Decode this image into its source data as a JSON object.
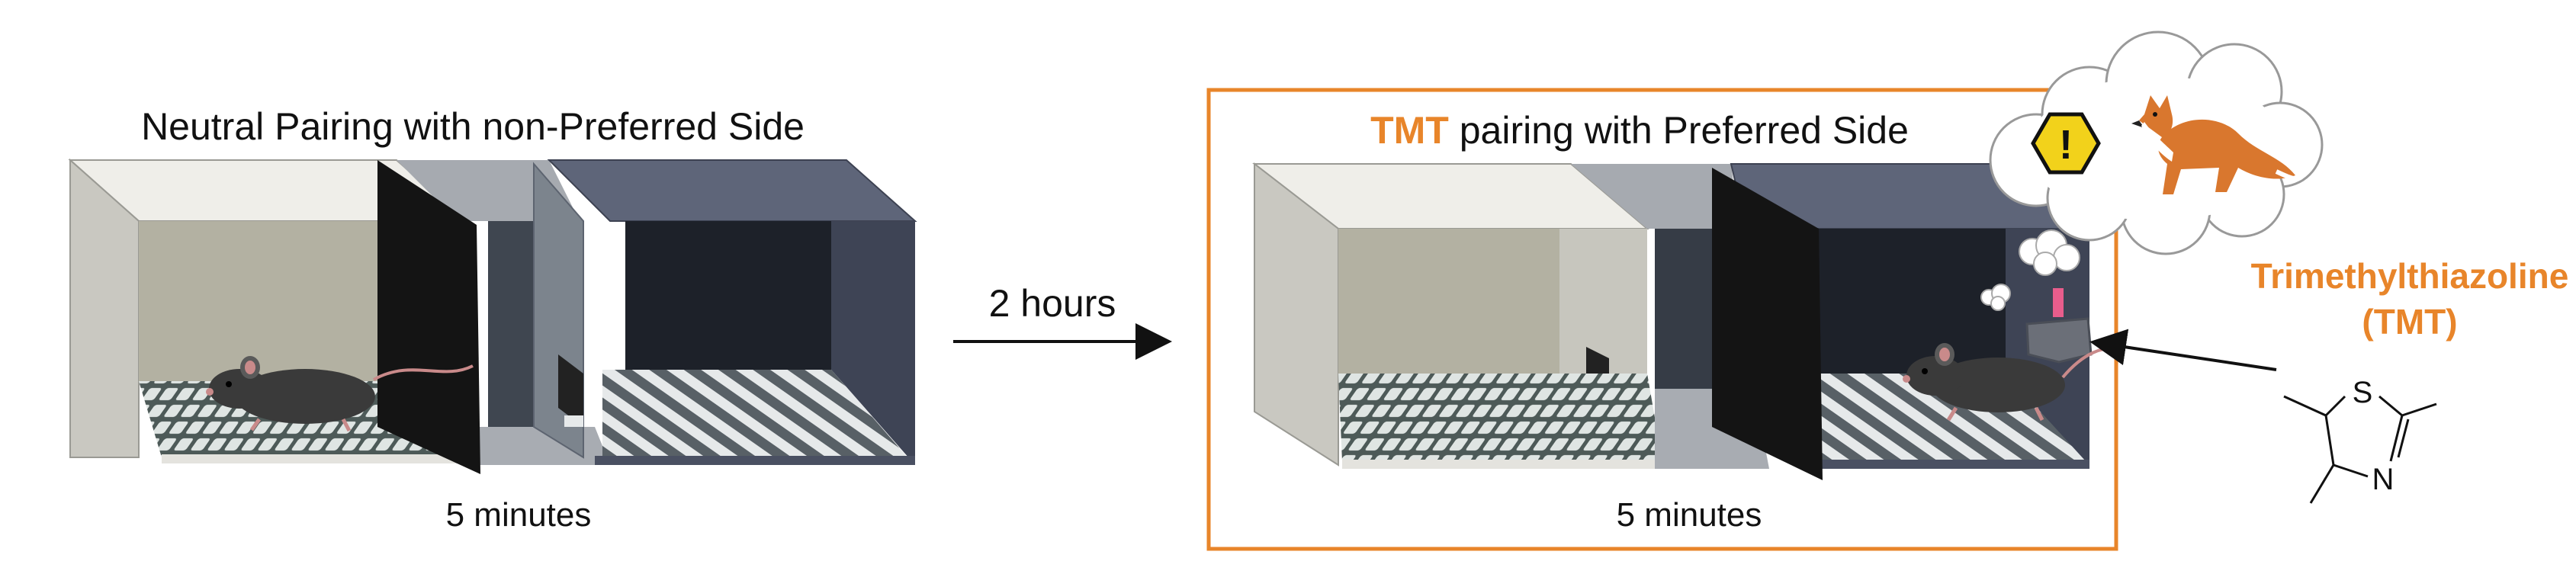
{
  "left_panel": {
    "title": "Neutral Pairing with non-Preferred Side",
    "duration": "5 minutes"
  },
  "transition": {
    "label": "2 hours"
  },
  "right_panel": {
    "title_highlight": "TMT",
    "title_rest": " pairing with Preferred Side",
    "duration": "5 minutes"
  },
  "odor_label": {
    "line1": "Trimethylthiazoline",
    "line2": "(TMT)"
  },
  "molecule": {
    "atom_s": "S",
    "atom_n": "N"
  },
  "warning": {
    "symbol": "!"
  },
  "colors": {
    "accent_orange": "#E8852A",
    "light_chamber": "#D8D7D0",
    "light_chamber_back": "#B0AE9F",
    "mid_chamber": "#8B929B",
    "dark_chamber": "#4A5064",
    "dark_chamber_back": "#1F232B",
    "door": "#141414",
    "warning_yellow": "#F2D21B",
    "fox": "#D9772E"
  },
  "icons": [
    "mouse-icon",
    "fox-icon",
    "warning-hexagon-icon",
    "odor-dispenser-icon",
    "thought-cloud-icon",
    "puff-cloud-icon"
  ]
}
